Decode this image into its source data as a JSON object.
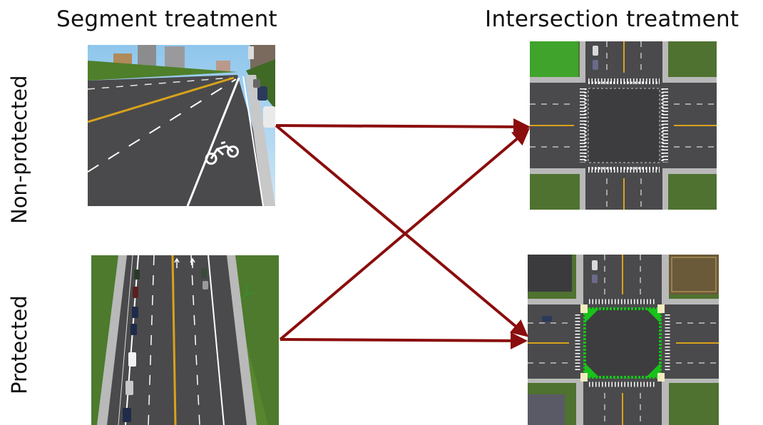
{
  "headings": {
    "segment": "Segment treatment",
    "intersection": "Intersection treatment"
  },
  "row_labels": {
    "non_protected": "Non-protected",
    "protected": "Protected"
  },
  "colors": {
    "arrow": "#8b0d0d",
    "grass": "#4d7a2c",
    "asphalt": "#4a4a4c",
    "sidewalk": "#b9b9b9",
    "lane_yellow": "#d9a21b",
    "protected_green": "#18c21a"
  },
  "connections": [
    {
      "from": "segment-non-protected",
      "to": "intersection-non-protected"
    },
    {
      "from": "segment-non-protected",
      "to": "intersection-protected"
    },
    {
      "from": "segment-protected",
      "to": "intersection-non-protected"
    },
    {
      "from": "segment-protected",
      "to": "intersection-protected"
    }
  ]
}
